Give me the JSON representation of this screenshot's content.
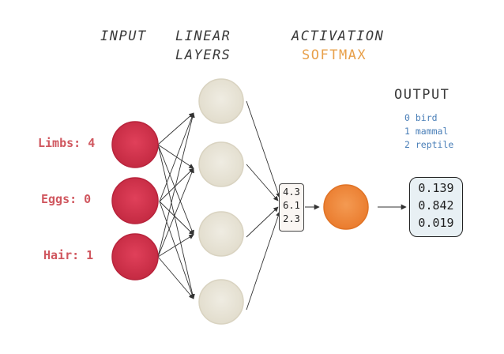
{
  "headers": {
    "input": "INPUT",
    "linear_line1": "LINEAR",
    "linear_line2": "LAYERS",
    "activation": "ACTIVATION",
    "softmax": "SOFTMAX",
    "output": "OUTPUT"
  },
  "features": [
    {
      "label": "Limbs: 4"
    },
    {
      "label": "Eggs: 0"
    },
    {
      "label": "Hair: 1"
    }
  ],
  "legend": [
    "0 bird",
    "1 mammal",
    "2 reptile"
  ],
  "logits": [
    "4.3",
    "6.1",
    "2.3"
  ],
  "probabilities": [
    "0.139",
    "0.842",
    "0.019"
  ],
  "colors": {
    "input_node": "#d8354d",
    "hidden_node": "#e9e5d9",
    "softmax_node": "#f08a3c",
    "header_text": "#3a3a3a",
    "feature_text": "#d0575f",
    "legend_text": "#4a7fb8",
    "softmax_text": "#e8a04a",
    "output_box_bg": "#e8f0f4"
  }
}
